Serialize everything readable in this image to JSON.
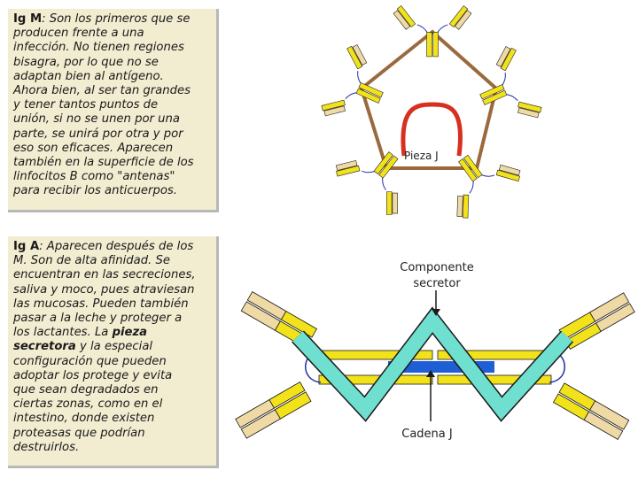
{
  "igm_panel": {
    "lines": [
      [
        {
          "t": "Ig M",
          "b": true
        },
        {
          "t": ": Son los primeros que se"
        }
      ],
      [
        {
          "t": "producen frente a una"
        }
      ],
      [
        {
          "t": "infección. No tienen regiones"
        }
      ],
      [
        {
          "t": "bisagra, por lo que no se"
        }
      ],
      [
        {
          "t": "adaptan bien al antígeno."
        }
      ],
      [
        {
          "t": "Ahora bien,  al ser tan grandes"
        }
      ],
      [
        {
          "t": "y tener tantos puntos de"
        }
      ],
      [
        {
          "t": "unión, si no se unen por una"
        }
      ],
      [
        {
          "t": "parte, se unirá por otra y por"
        }
      ],
      [
        {
          "t": "eso son eficaces. Aparecen"
        }
      ],
      [
        {
          "t": "también en la superficie de los"
        }
      ],
      [
        {
          "t": "linfocitos B como \"antenas\""
        }
      ],
      [
        {
          "t": "para recibir los anticuerpos."
        }
      ]
    ]
  },
  "iga_panel": {
    "lines": [
      [
        {
          "t": "Ig A",
          "b": true
        },
        {
          "t": ": Aparecen después de los"
        }
      ],
      [
        {
          "t": "M. Son de alta afinidad. Se"
        }
      ],
      [
        {
          "t": "encuentran en  las secreciones,"
        }
      ],
      [
        {
          "t": "saliva y moco, pues atraviesan"
        }
      ],
      [
        {
          "t": "las mucosas. Pueden también"
        }
      ],
      [
        {
          "t": "pasar a la leche y proteger a"
        }
      ],
      [
        {
          "t": "los lactantes. La "
        },
        {
          "t": "pieza",
          "b": true
        }
      ],
      [
        {
          "t": "secretora",
          "b": true
        },
        {
          "t": " y la especial"
        }
      ],
      [
        {
          "t": "configuración que pueden"
        }
      ],
      [
        {
          "t": "adoptar los protege y evita"
        }
      ],
      [
        {
          "t": "que sean degradados en"
        }
      ],
      [
        {
          "t": "ciertas zonas, como en el"
        }
      ],
      [
        {
          "t": "intestino, donde existen"
        }
      ],
      [
        {
          "t": "proteasas que podrían"
        }
      ],
      [
        {
          "t": "destruirlos."
        }
      ]
    ]
  },
  "igm_diagram": {
    "j_chain_label": "Pieza J"
  },
  "iga_diagram": {
    "secretory_label_line1": "Componente",
    "secretory_label_line2": "secretor",
    "j_chain_label": "Cadena J"
  },
  "colors": {
    "heavy_chain": "#f2e21a",
    "light_chain": "#efd9a4",
    "igm_pentamer": "#9a6a3e",
    "j_piece": "#d7301e",
    "secretory_component": "#6fe0cf",
    "j_chain_blue": "#1f5fd6",
    "hinge": "#2430a8",
    "text_panel": "#f2ecd0"
  }
}
